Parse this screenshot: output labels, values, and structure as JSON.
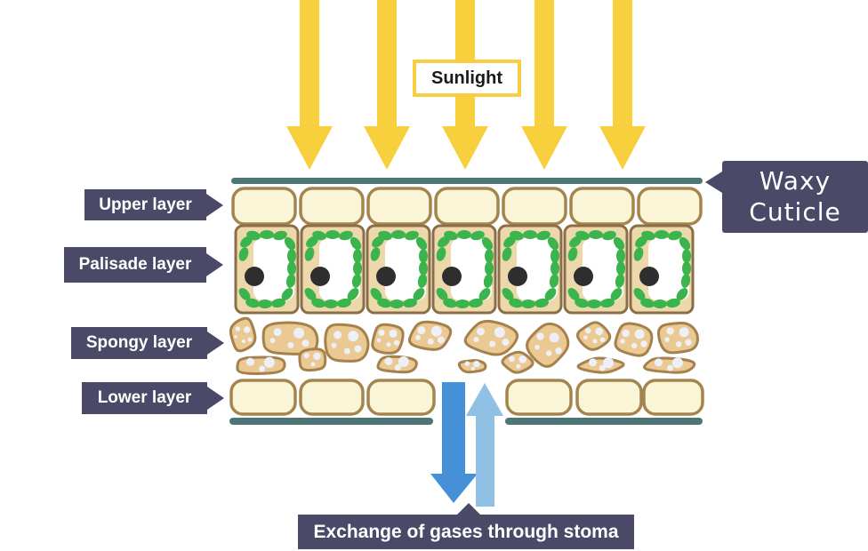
{
  "title": "Leaf cross-section diagram",
  "labels": {
    "sunlight": "Sunlight",
    "waxy_line1": "Waxy",
    "waxy_line2": "Cuticle",
    "upper_layer": "Upper layer",
    "palisade_layer": "Palisade layer",
    "spongy_layer": "Spongy layer",
    "lower_layer": "Lower layer",
    "exchange": "Exchange of gases through stoma"
  },
  "colors": {
    "label_bg": "#4a4a68",
    "label_text": "#ffffff",
    "sun_yellow": "#f8d03e",
    "cuticle_teal": "#4d7575",
    "cell_cream": "#f9f5d6",
    "cell_border": "#a5854f",
    "palisade_fill": "#edd8ac",
    "palisade_border": "#8c6e46",
    "chloroplast_green": "#3bb44d",
    "nucleus_black": "#2e2e2e",
    "spongy_fill": "#ebc992",
    "spongy_border": "#a5814e",
    "spongy_dot": "#eef0f8",
    "gas_out_blue": "#4590d6",
    "gas_in_blue": "#90c0e4",
    "sunlight_box_border": "#f8cd43",
    "sunlight_box_bg": "#ffffff",
    "sunlight_text": "#1a1a1a"
  },
  "diagram": {
    "sun_ray_count": 5,
    "upper_cell_count": 7,
    "palisade_cell_count": 7,
    "lower_cell_count": 6,
    "gas_arrows": [
      "out (down, dark blue)",
      "in (up, light blue)"
    ]
  }
}
